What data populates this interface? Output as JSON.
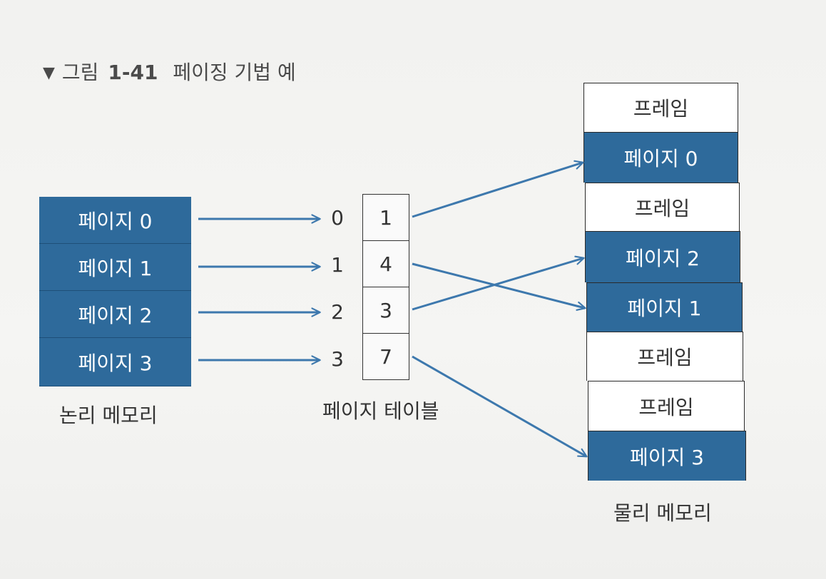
{
  "caption": {
    "marker": "▼",
    "prefix": "그림",
    "number": "1-41",
    "text": "페이징 기법 예"
  },
  "logical_memory": {
    "label": "논리 메모리",
    "pages": [
      "페이지 0",
      "페이지 1",
      "페이지 2",
      "페이지 3"
    ]
  },
  "page_table": {
    "label": "페이지 테이블",
    "indices": [
      "0",
      "1",
      "2",
      "3"
    ],
    "frames": [
      "1",
      "4",
      "3",
      "7"
    ]
  },
  "physical_memory": {
    "label": "물리 메모리",
    "slots": [
      {
        "text": "프레임",
        "kind": "frame"
      },
      {
        "text": "페이지 0",
        "kind": "page"
      },
      {
        "text": "프레임",
        "kind": "frame"
      },
      {
        "text": "페이지 2",
        "kind": "page"
      },
      {
        "text": "페이지 1",
        "kind": "page"
      },
      {
        "text": "프레임",
        "kind": "frame"
      },
      {
        "text": "프레임",
        "kind": "frame"
      },
      {
        "text": "페이지 3",
        "kind": "page"
      }
    ]
  },
  "colors": {
    "page_fill": "#2e6a9b",
    "arrow": "#3d78ad"
  }
}
